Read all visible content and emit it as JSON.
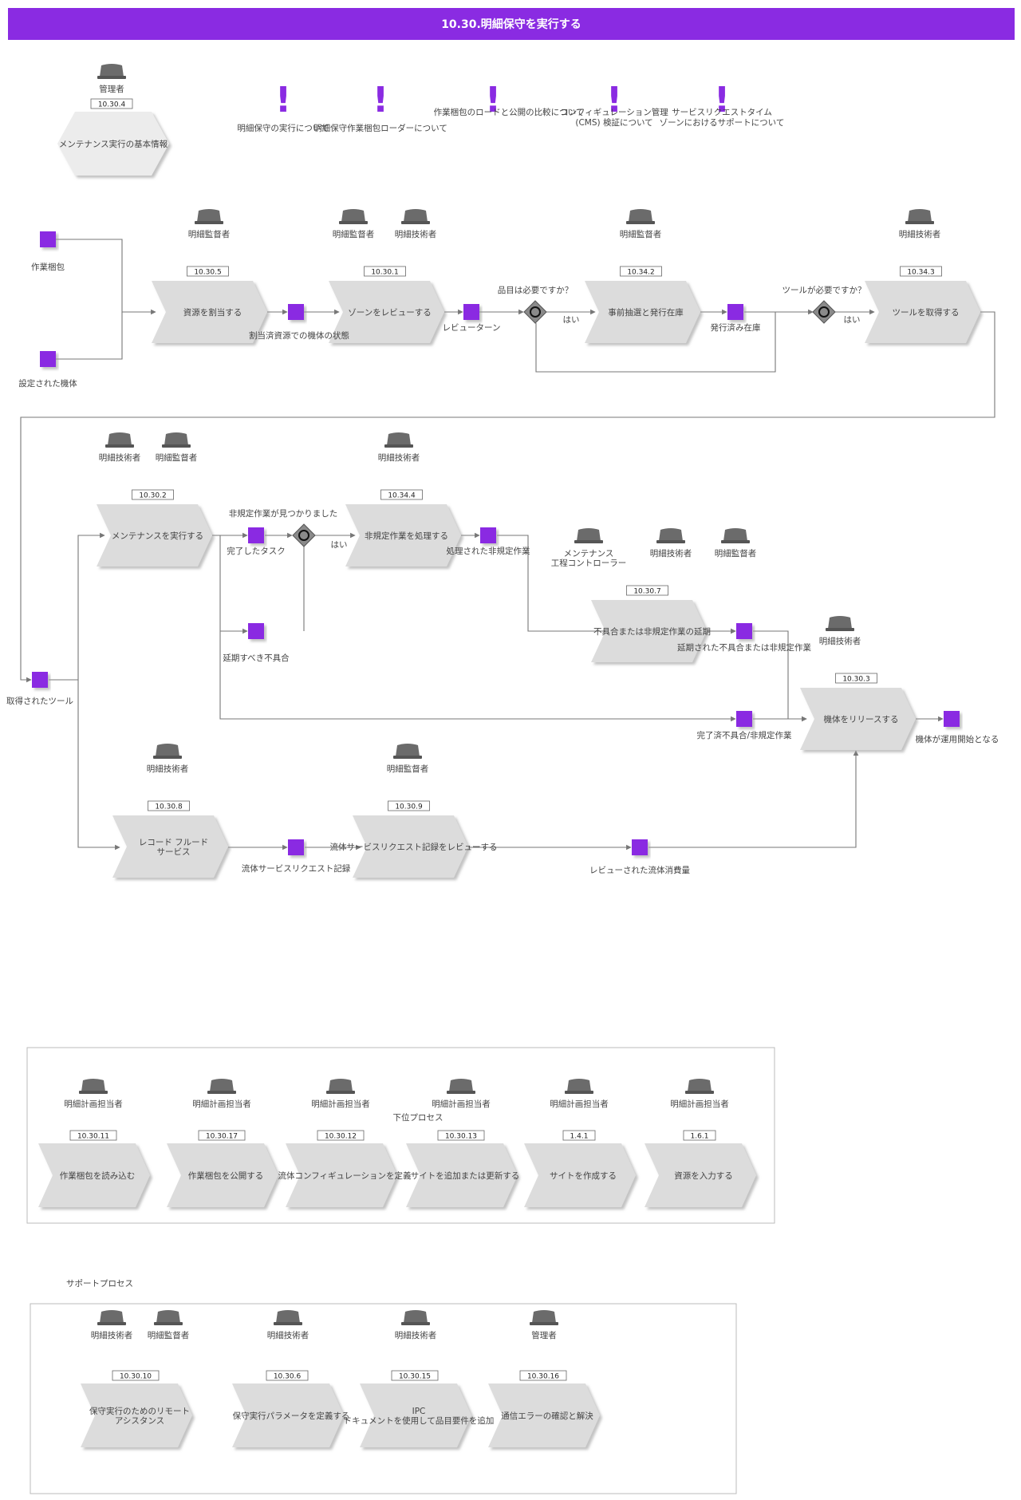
{
  "header": {
    "title": "10.30.明細保守を実行する"
  },
  "colors": {
    "accent": "#8a2be2",
    "process": "#dcdcdc",
    "role": "#6b6b6b",
    "line": "#777777"
  },
  "top": {
    "info_role": "管理者",
    "info_id": "10.30.4",
    "info_label": "メンテナンス実行の基本情報",
    "notes": [
      [
        "明細保守の実行について"
      ],
      [
        "明細保守作業梱包ローダーについて"
      ],
      [
        "作業梱包のロードと公開の比較について"
      ],
      [
        "コンフィギュレーション管理",
        "(CMS) 検証について"
      ],
      [
        "サービスリクエストタイム",
        "ゾーンにおけるサポートについて"
      ]
    ]
  },
  "processes": [
    {
      "id": "10.30.5",
      "label": [
        "資源を割当する"
      ],
      "roles": [
        "明細監督者"
      ]
    },
    {
      "id": "10.30.1",
      "label": [
        "ゾーンをレビューする"
      ],
      "roles": [
        "明細監督者",
        "明細技術者"
      ]
    },
    {
      "id": "10.34.2",
      "label": [
        "事前抽選と発行在庫"
      ],
      "roles": [
        "明細監督者"
      ]
    },
    {
      "id": "10.34.3",
      "label": [
        "ツールを取得する"
      ],
      "roles": [
        "明細技術者"
      ]
    },
    {
      "id": "10.30.2",
      "label": [
        "メンテナンスを実行する"
      ],
      "roles": [
        "明細技術者",
        "明細監督者"
      ]
    },
    {
      "id": "10.34.4",
      "label": [
        "非規定作業を処理する"
      ],
      "roles": [
        "明細技術者"
      ]
    },
    {
      "id": "10.30.7",
      "label": [
        "不具合または非規定作業の延期"
      ],
      "roles": [
        "メンテナンス\n工程コントローラー",
        "明細技術者",
        "明細監督者"
      ]
    },
    {
      "id": "10.30.3",
      "label": [
        "機体をリリースする"
      ],
      "roles": [
        "明細技術者"
      ]
    },
    {
      "id": "10.30.8",
      "label": [
        "レコード フルード",
        "サービス"
      ],
      "roles": [
        "明細技術者"
      ]
    },
    {
      "id": "10.30.9",
      "label": [
        "流体サービスリクエスト記録をレビューする"
      ],
      "roles": [
        "明細監督者"
      ]
    }
  ],
  "objects": [
    "作業梱包",
    "設定された機体",
    "割当済資源での機体の状態",
    "レビューターン",
    "発行済み在庫",
    "取得されたツール",
    "完了したタスク",
    "処理された非規定作業",
    "延期すべき不具合",
    "延期された不具合または非規定作業",
    "完了済不具合/非規定作業",
    "機体が運用開始となる",
    "流体サービスリクエスト記録",
    "レビューされた流体消費量"
  ],
  "gateways": {
    "g1_question": "品目は必要ですか？",
    "g1_yes": "はい",
    "g2_question": "ツールが必要ですか？",
    "g2_yes": "はい",
    "g3_question": "非規定作業が見つかりました",
    "g3_yes": "はい"
  },
  "group1": {
    "title": "下位プロセス",
    "items": [
      {
        "id": "10.30.11",
        "label": [
          "作業梱包を読み込む"
        ],
        "role": "明細計画担当者"
      },
      {
        "id": "10.30.17",
        "label": [
          "作業梱包を公開する"
        ],
        "role": "明細計画担当者"
      },
      {
        "id": "10.30.12",
        "label": [
          "流体コンフィギュレーションを定義"
        ],
        "role": "明細計画担当者"
      },
      {
        "id": "10.30.13",
        "label": [
          "サイトを追加または更新する"
        ],
        "role": "明細計画担当者"
      },
      {
        "id": "1.4.1",
        "label": [
          "サイトを作成する"
        ],
        "role": "明細計画担当者"
      },
      {
        "id": "1.6.1",
        "label": [
          "資源を入力する"
        ],
        "role": "明細計画担当者"
      }
    ]
  },
  "group2": {
    "title": "サポートプロセス",
    "items": [
      {
        "id": "10.30.10",
        "label": [
          "保守実行のためのリモート",
          "アシスタンス"
        ],
        "roles": [
          "明細技術者",
          "明細監督者"
        ]
      },
      {
        "id": "10.30.6",
        "label": [
          "保守実行パラメータを定義する"
        ],
        "roles": [
          "明細技術者"
        ]
      },
      {
        "id": "10.30.15",
        "label": [
          "IPC",
          "ドキュメントを使用して品目要件を追加"
        ],
        "roles": [
          "明細技術者"
        ]
      },
      {
        "id": "10.30.16",
        "label": [
          "通信エラーの確認と解決"
        ],
        "roles": [
          "管理者"
        ]
      }
    ]
  }
}
